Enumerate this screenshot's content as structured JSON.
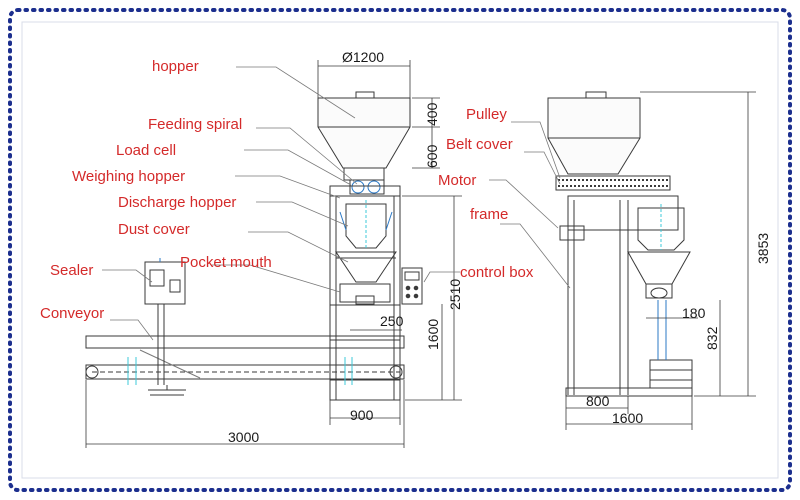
{
  "colors": {
    "label": "#d42a2a",
    "line": "#3a3a3a",
    "leader": "#7a7a7a",
    "frame_dots": "#1c2f8e",
    "accent_blue": "#2b79c6",
    "accent_cyan": "#3cc8d8"
  },
  "labels": {
    "left": [
      {
        "id": "hopper",
        "text": "hopper"
      },
      {
        "id": "feeding-spiral",
        "text": "Feeding spiral"
      },
      {
        "id": "load-cell",
        "text": "Load cell"
      },
      {
        "id": "weighing-hopper",
        "text": "Weighing hopper"
      },
      {
        "id": "discharge-hopper",
        "text": "Discharge hopper"
      },
      {
        "id": "dust-cover",
        "text": "Dust cover"
      },
      {
        "id": "pocket-mouth",
        "text": "Pocket mouth"
      },
      {
        "id": "sealer",
        "text": "Sealer"
      },
      {
        "id": "conveyor",
        "text": "Conveyor"
      },
      {
        "id": "control-box",
        "text": "control box"
      }
    ],
    "right": [
      {
        "id": "pulley",
        "text": "Pulley"
      },
      {
        "id": "belt-cover",
        "text": "Belt cover"
      },
      {
        "id": "motor",
        "text": "Motor"
      },
      {
        "id": "frame",
        "text": "frame"
      }
    ]
  },
  "dimensions": {
    "top_diameter": "Ø1200",
    "hopper_height_400": "400",
    "hopper_height_600": "600",
    "total_height_2510": "2510",
    "discharge_250": "250",
    "height_1600": "1600",
    "width_900": "900",
    "width_3000": "3000",
    "total_height_3853": "3853",
    "side_180": "180",
    "side_832": "832",
    "side_800": "800",
    "side_1600": "1600"
  }
}
